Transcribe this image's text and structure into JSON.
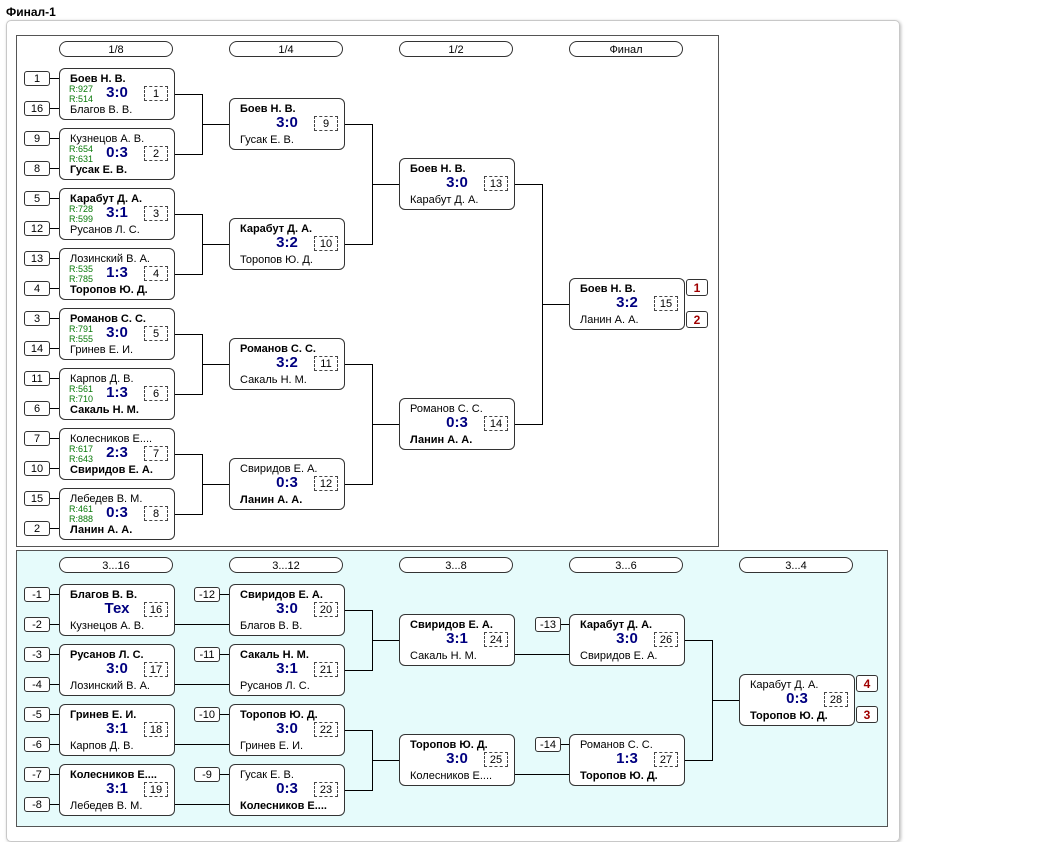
{
  "title": "Финал-1",
  "main": {
    "rounds": [
      "1/8",
      "1/4",
      "1/2",
      "Финал"
    ],
    "seeds": [
      "1",
      "16",
      "9",
      "8",
      "5",
      "12",
      "13",
      "4",
      "3",
      "14",
      "11",
      "6",
      "7",
      "10",
      "15",
      "2"
    ],
    "r1": [
      {
        "p1": "Боев Н. В.",
        "p2": "Благов В. В.",
        "w": 1,
        "score": "3:0",
        "num": "1",
        "ra": "R:927",
        "rb": "R:514"
      },
      {
        "p1": "Кузнецов А. В.",
        "p2": "Гусак Е. В.",
        "w": 2,
        "score": "0:3",
        "num": "2",
        "ra": "R:654",
        "rb": "R:631"
      },
      {
        "p1": "Карабут Д. А.",
        "p2": "Русанов Л. С.",
        "w": 1,
        "score": "3:1",
        "num": "3",
        "ra": "R:728",
        "rb": "R:599"
      },
      {
        "p1": "Лозинский В. А.",
        "p2": "Торопов Ю. Д.",
        "w": 2,
        "score": "1:3",
        "num": "4",
        "ra": "R:535",
        "rb": "R:785"
      },
      {
        "p1": "Романов С. С.",
        "p2": "Гринев Е. И.",
        "w": 1,
        "score": "3:0",
        "num": "5",
        "ra": "R:791",
        "rb": "R:555"
      },
      {
        "p1": "Карпов Д. В.",
        "p2": "Сакаль Н. М.",
        "w": 2,
        "score": "1:3",
        "num": "6",
        "ra": "R:561",
        "rb": "R:710"
      },
      {
        "p1": "Колесников Е....",
        "p2": "Свиридов Е. А.",
        "w": 2,
        "score": "2:3",
        "num": "7",
        "ra": "R:617",
        "rb": "R:643"
      },
      {
        "p1": "Лебедев В. М.",
        "p2": "Ланин А. А.",
        "w": 2,
        "score": "0:3",
        "num": "8",
        "ra": "R:461",
        "rb": "R:888"
      }
    ],
    "r2": [
      {
        "p1": "Боев Н. В.",
        "p2": "Гусак Е. В.",
        "w": 1,
        "score": "3:0",
        "num": "9"
      },
      {
        "p1": "Карабут Д. А.",
        "p2": "Торопов Ю. Д.",
        "w": 1,
        "score": "3:2",
        "num": "10"
      },
      {
        "p1": "Романов С. С.",
        "p2": "Сакаль Н. М.",
        "w": 1,
        "score": "3:2",
        "num": "11"
      },
      {
        "p1": "Свиридов Е. А.",
        "p2": "Ланин А. А.",
        "w": 2,
        "score": "0:3",
        "num": "12"
      }
    ],
    "r3": [
      {
        "p1": "Боев Н. В.",
        "p2": "Карабут Д. А.",
        "w": 1,
        "score": "3:0",
        "num": "13"
      },
      {
        "p1": "Романов С. С.",
        "p2": "Ланин А. А.",
        "w": 2,
        "score": "0:3",
        "num": "14"
      }
    ],
    "final": {
      "p1": "Боев Н. В.",
      "p2": "Ланин А. А.",
      "w": 1,
      "score": "3:2",
      "num": "15"
    },
    "places": [
      "1",
      "2"
    ]
  },
  "cons": {
    "rounds": [
      "3...16",
      "3...12",
      "3...8",
      "3...6",
      "3...4"
    ],
    "seeds_a": [
      "-1",
      "-2",
      "-3",
      "-4",
      "-5",
      "-6",
      "-7",
      "-8"
    ],
    "seeds_b": [
      "-12",
      "-11",
      "-10",
      "-9"
    ],
    "seeds_c": [
      "-13",
      "-14"
    ],
    "c1": [
      {
        "p1": "Благов В. В.",
        "p2": "Кузнецов А. В.",
        "w": 1,
        "score": "Тех",
        "num": "16"
      },
      {
        "p1": "Русанов Л. С.",
        "p2": "Лозинский В. А.",
        "w": 1,
        "score": "3:0",
        "num": "17"
      },
      {
        "p1": "Гринев Е. И.",
        "p2": "Карпов Д. В.",
        "w": 1,
        "score": "3:1",
        "num": "18"
      },
      {
        "p1": "Колесников Е....",
        "p2": "Лебедев В. М.",
        "w": 1,
        "score": "3:1",
        "num": "19"
      }
    ],
    "c2": [
      {
        "p1": "Свиридов Е. А.",
        "p2": "Благов В. В.",
        "w": 1,
        "score": "3:0",
        "num": "20"
      },
      {
        "p1": "Сакаль Н. М.",
        "p2": "Русанов Л. С.",
        "w": 1,
        "score": "3:1",
        "num": "21"
      },
      {
        "p1": "Торопов Ю. Д.",
        "p2": "Гринев Е. И.",
        "w": 1,
        "score": "3:0",
        "num": "22"
      },
      {
        "p1": "Гусак Е. В.",
        "p2": "Колесников Е....",
        "w": 2,
        "score": "0:3",
        "num": "23"
      }
    ],
    "c3": [
      {
        "p1": "Свиридов Е. А.",
        "p2": "Сакаль Н. М.",
        "w": 1,
        "score": "3:1",
        "num": "24"
      },
      {
        "p1": "Торопов Ю. Д.",
        "p2": "Колесников Е....",
        "w": 1,
        "score": "3:0",
        "num": "25"
      }
    ],
    "c4": [
      {
        "p1": "Карабут Д. А.",
        "p2": "Свиридов Е. А.",
        "w": 1,
        "score": "3:0",
        "num": "26"
      },
      {
        "p1": "Романов С. С.",
        "p2": "Торопов Ю. Д.",
        "w": 2,
        "score": "1:3",
        "num": "27"
      }
    ],
    "c5": {
      "p1": "Карабут Д. А.",
      "p2": "Торопов Ю. Д.",
      "w": 2,
      "score": "0:3",
      "num": "28"
    },
    "places": [
      "4",
      "3"
    ]
  }
}
